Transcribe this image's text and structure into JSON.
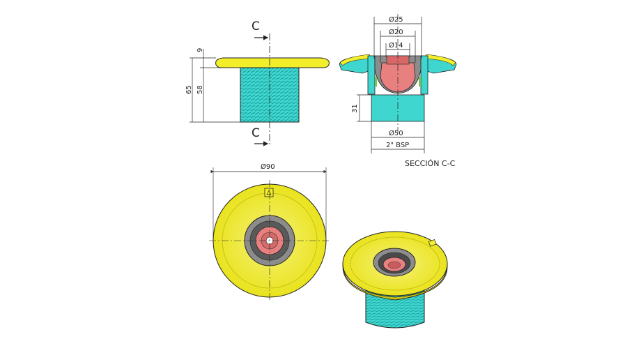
{
  "colors": {
    "yellow": "#f2ee2a",
    "yellow_dark": "#c9c20e",
    "cyan": "#3fd6d0",
    "cyan_dark": "#1a9e9a",
    "salmon": "#e98080",
    "salmon_dark": "#b85050",
    "gray": "#8c8c8c",
    "gray_dark": "#4a4a4a",
    "line": "#222222"
  },
  "front_view": {
    "section_mark_top": "C",
    "section_mark_bottom": "C",
    "dim_flange": "9",
    "dim_total": "65",
    "dim_body": "58"
  },
  "section_view": {
    "dim_d25": "Ø25",
    "dim_d20": "Ø20",
    "dim_d14": "Ø14",
    "dim_31": "31",
    "dim_d50": "Ø50",
    "dim_thread": "2\" BSP",
    "title": "SECCIÓN C-C"
  },
  "top_view": {
    "dim_d90": "Ø90"
  },
  "icons": [
    "front-elevation-view",
    "section-c-c-view",
    "top-plan-view",
    "isometric-3d-view",
    "gauge-symbol-icon"
  ]
}
